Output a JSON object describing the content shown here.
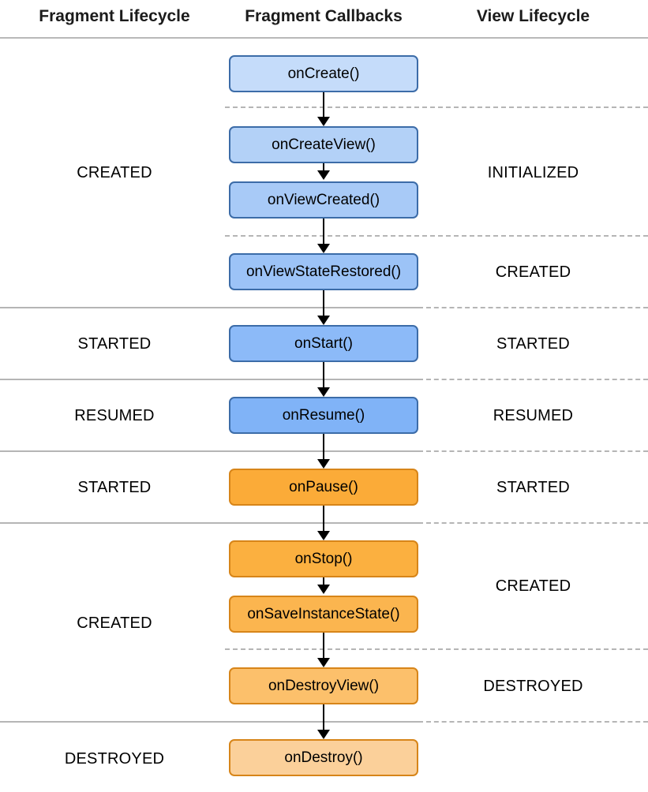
{
  "header": {
    "columns": [
      {
        "id": "fragment-lifecycle",
        "label": "Fragment Lifecycle"
      },
      {
        "id": "fragment-callbacks",
        "label": "Fragment Callbacks"
      },
      {
        "id": "view-lifecycle",
        "label": "View Lifecycle"
      }
    ]
  },
  "colors": {
    "blue_1": "#c5dcfa",
    "blue_2": "#b3d1f7",
    "blue_3": "#a8caf7",
    "blue_4": "#9cc3f7",
    "blue_5": "#8cbaf8",
    "blue_6": "#80b3f7",
    "blue_border": "#3c6ca8",
    "orange_1": "#fbab38",
    "orange_2": "#fbb040",
    "orange_3": "#fbb54f",
    "orange_4": "#fcc06b",
    "orange_5": "#fbd09a",
    "orange_border": "#d78519",
    "rule_gray": "#b5b5b5",
    "header_rule": "#b9b9b9",
    "arrow": "#000000",
    "text": "#000000"
  },
  "chart_data": {
    "type": "diagram",
    "title": "Fragment Lifecycle / Fragment Callbacks / View Lifecycle",
    "callbacks": [
      {
        "label": "onCreate()",
        "phase": "blue",
        "shade": 1
      },
      {
        "label": "onCreateView()",
        "phase": "blue",
        "shade": 2
      },
      {
        "label": "onViewCreated()",
        "phase": "blue",
        "shade": 3
      },
      {
        "label": "onViewStateRestored()",
        "phase": "blue",
        "shade": 4
      },
      {
        "label": "onStart()",
        "phase": "blue",
        "shade": 5
      },
      {
        "label": "onResume()",
        "phase": "blue",
        "shade": 6
      },
      {
        "label": "onPause()",
        "phase": "orange",
        "shade": 1
      },
      {
        "label": "onStop()",
        "phase": "orange",
        "shade": 2
      },
      {
        "label": "onSaveInstanceState()",
        "phase": "orange",
        "shade": 3
      },
      {
        "label": "onDestroyView()",
        "phase": "orange",
        "shade": 4
      },
      {
        "label": "onDestroy()",
        "phase": "orange",
        "shade": 5
      }
    ],
    "fragment_lifecycle_states": [
      "CREATED",
      "STARTED",
      "RESUMED",
      "STARTED",
      "CREATED",
      "DESTROYED"
    ],
    "view_lifecycle_states": [
      "INITIALIZED",
      "CREATED",
      "STARTED",
      "RESUMED",
      "STARTED",
      "CREATED",
      "DESTROYED"
    ]
  },
  "boxes": [
    {
      "label": "onCreate()"
    },
    {
      "label": "onCreateView()"
    },
    {
      "label": "onViewCreated()"
    },
    {
      "label": "onViewStateRestored()"
    },
    {
      "label": "onStart()"
    },
    {
      "label": "onResume()"
    },
    {
      "label": "onPause()"
    },
    {
      "label": "onStop()"
    },
    {
      "label": "onSaveInstanceState()"
    },
    {
      "label": "onDestroyView()"
    },
    {
      "label": "onDestroy()"
    }
  ],
  "fragment_states": [
    {
      "label": "CREATED"
    },
    {
      "label": "STARTED"
    },
    {
      "label": "RESUMED"
    },
    {
      "label": "STARTED"
    },
    {
      "label": "CREATED"
    },
    {
      "label": "DESTROYED"
    }
  ],
  "view_states": [
    {
      "label": "INITIALIZED"
    },
    {
      "label": "CREATED"
    },
    {
      "label": "STARTED"
    },
    {
      "label": "RESUMED"
    },
    {
      "label": "STARTED"
    },
    {
      "label": "CREATED"
    },
    {
      "label": "DESTROYED"
    }
  ]
}
